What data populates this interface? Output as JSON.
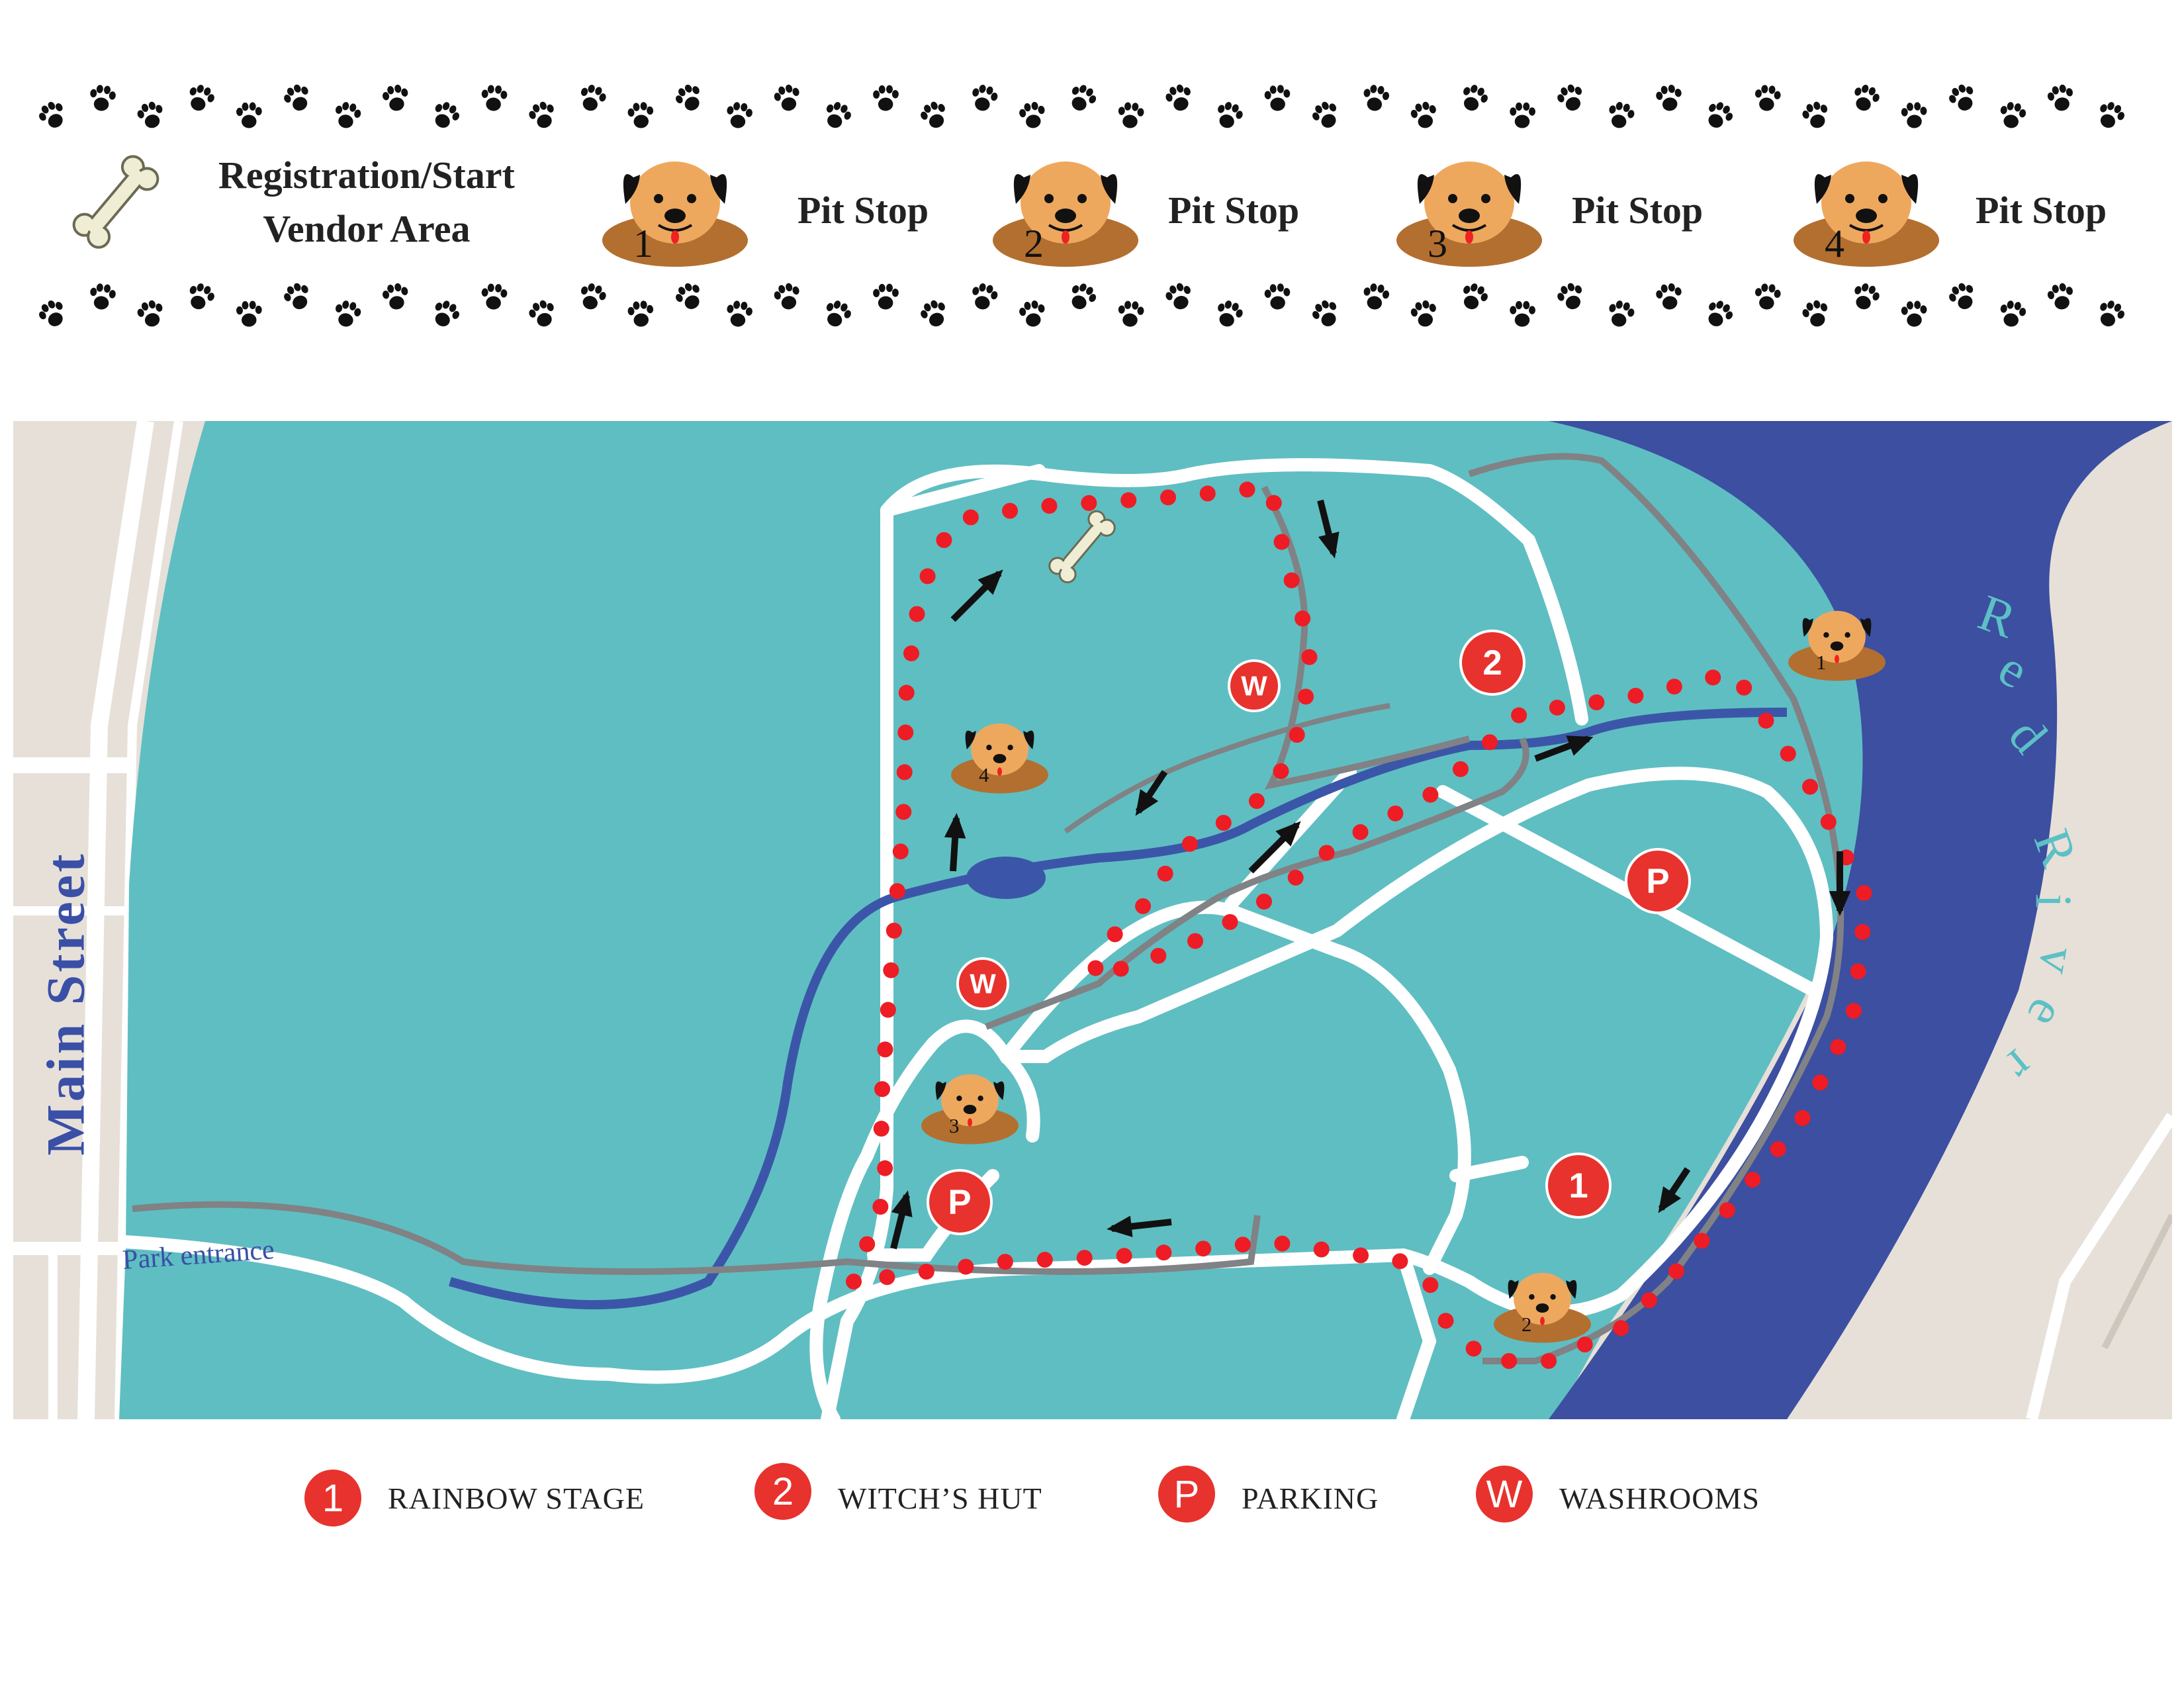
{
  "top_legend": {
    "registration_line1": "Registration/Start",
    "registration_line2": "Vendor Area",
    "pit_stops": [
      {
        "number": "1",
        "label": "Pit Stop"
      },
      {
        "number": "2",
        "label": "Pit Stop"
      },
      {
        "number": "3",
        "label": "Pit Stop"
      },
      {
        "number": "4",
        "label": "Pit Stop"
      }
    ],
    "icons": {
      "registration": "bone-icon",
      "pit_stop": "dog-face-icon",
      "border": "paw-print-icon"
    }
  },
  "map": {
    "street_label": "Main  Street",
    "entrance_label": "Park entrance",
    "river_label": "Red River",
    "river_letters": [
      "R",
      "e",
      "d",
      "R",
      "i",
      "v",
      "e",
      "r"
    ],
    "markers": {
      "rainbow_stage": "1",
      "witchs_hut": "2",
      "parking": "P",
      "washroom": "W"
    },
    "pit_stop_numbers": [
      "1",
      "2",
      "3",
      "4"
    ],
    "colors": {
      "park": "#5fbec2",
      "river": "#3c4fa1",
      "creek": "#3b56a8",
      "paths": "#ffffff",
      "gray_trail": "#808285",
      "route_dots": "#ee1c24",
      "marker": "#e8322d",
      "land": "#e6e0d8"
    }
  },
  "bottom_legend": [
    {
      "badge": "1",
      "label": "RAINBOW STAGE"
    },
    {
      "badge": "2",
      "label": "WITCH’S HUT"
    },
    {
      "badge": "P",
      "label": "PARKING"
    },
    {
      "badge": "W",
      "label": "WASHROOMS"
    }
  ]
}
